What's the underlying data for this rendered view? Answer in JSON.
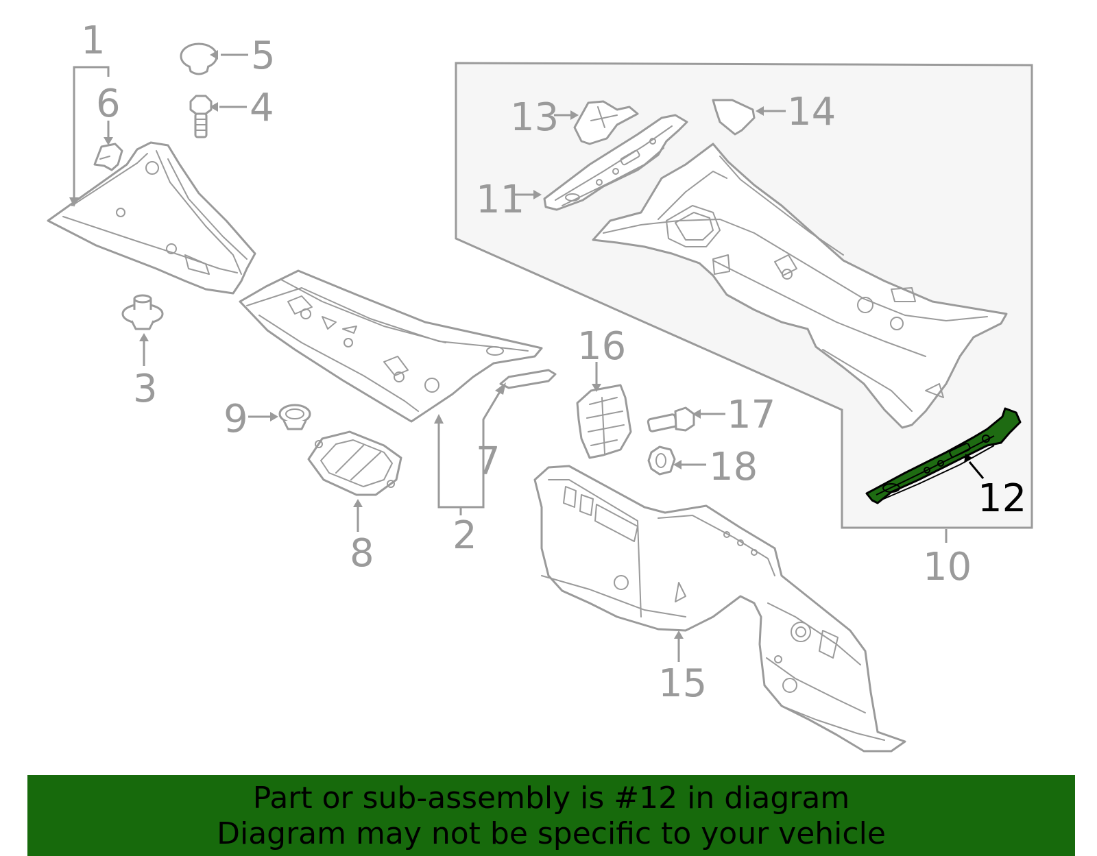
{
  "callouts": {
    "c1": "1",
    "c2": "2",
    "c3": "3",
    "c4": "4",
    "c5": "5",
    "c6": "6",
    "c7": "7",
    "c8": "8",
    "c9": "9",
    "c10": "10",
    "c11": "11",
    "c12": "12",
    "c13": "13",
    "c14": "14",
    "c15": "15",
    "c16": "16",
    "c17": "17",
    "c18": "18"
  },
  "highlight": {
    "part_number": "12",
    "color": "#1e6b12"
  },
  "banner": {
    "line1": "Part or sub-assembly is #12 in diagram",
    "line2": "Diagram may not be specific to your vehicle",
    "background": "#176a0c"
  }
}
